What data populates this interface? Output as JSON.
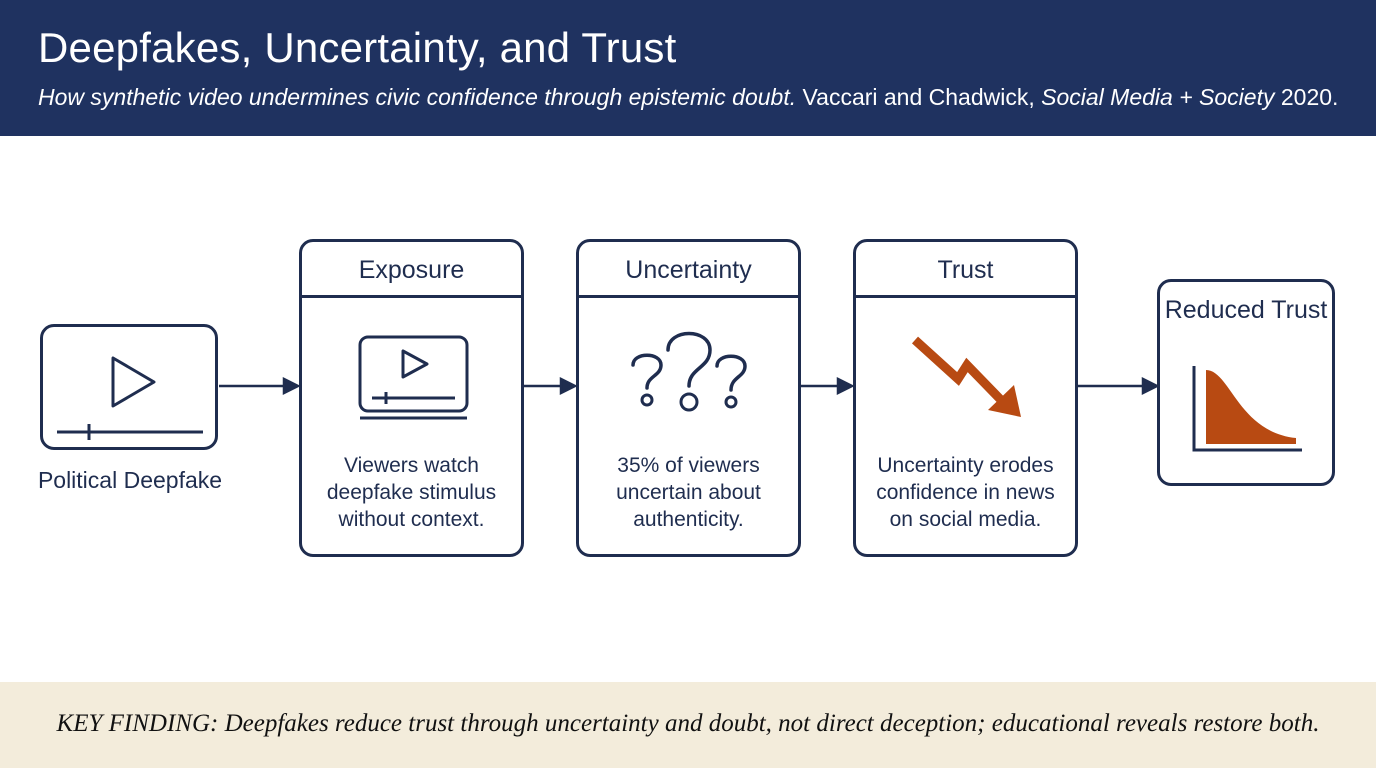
{
  "header": {
    "title": "Deepfakes, Uncertainty, and Trust",
    "subtitle_italic": "How synthetic video undermines civic confidence through epistemic doubt.",
    "subtitle_authors": " Vaccari and Chadwick, ",
    "subtitle_journal": "Social Media + Society",
    "subtitle_year": " 2020."
  },
  "diagram": {
    "source": {
      "label": "Political Deepfake",
      "icon": "video-play-icon"
    },
    "stages": [
      {
        "title": "Exposure",
        "text": "Viewers watch deepfake stimulus without context.",
        "icon": "video-player-icon"
      },
      {
        "title": "Uncertainty",
        "text": "35% of viewers uncertain about authenticity.",
        "icon": "question-marks-icon"
      },
      {
        "title": "Trust",
        "text": "Uncertainty erodes confidence in news on social media.",
        "icon": "declining-arrow-icon"
      }
    ],
    "outcome": {
      "label": "Reduced Trust",
      "icon": "decay-curve-icon"
    },
    "colors": {
      "navy": "#1f2d4f",
      "accent": "#b84a12",
      "header": "#1f3260",
      "footer": "#f3ecdb"
    }
  },
  "footer": {
    "finding": "KEY FINDING: Deepfakes reduce trust through uncertainty and doubt, not direct deception; educational reveals restore both."
  }
}
